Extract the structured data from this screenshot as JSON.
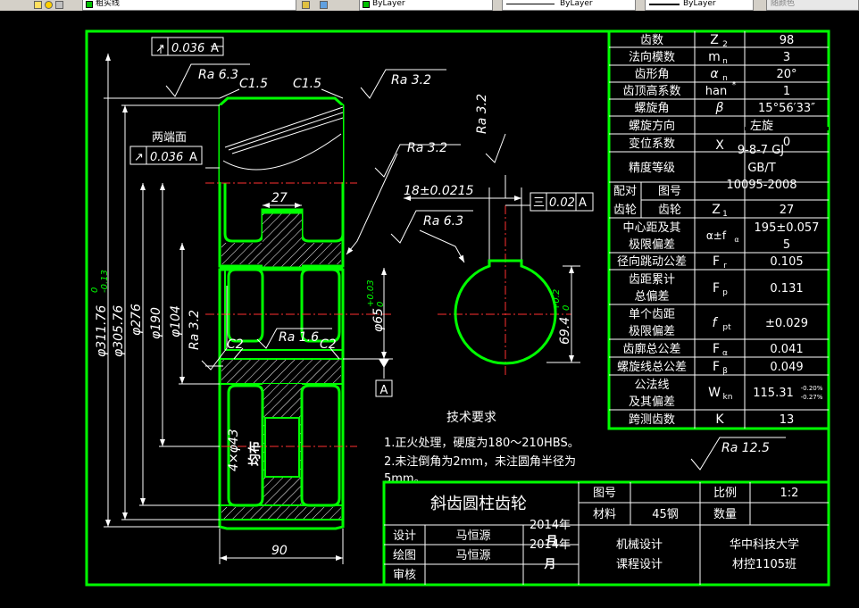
{
  "toolbar": {
    "layer_name": "粗实线",
    "color_value": "ByLayer",
    "linetype_value": "ByLayer",
    "lineweight_value": "ByLayer",
    "plotstyle_value": "随颜色"
  },
  "drawing": {
    "runout_tol": "0.036",
    "runout_datum": "A",
    "endface_label": "两端面",
    "endface_tol": "0.036",
    "endface_datum": "A",
    "ra_outer_left": "Ra 6.3",
    "ra_outer_right": "Ra 3.2",
    "chamfer_top_left": "C1.5",
    "chamfer_top_right": "C1.5",
    "ra_tooth": "Ra 3.2",
    "ra_bore": "Ra 1.6",
    "ra_web": "Ra 3.2",
    "chamfer_bot_left": "C2",
    "chamfer_bot_right": "C2",
    "dim_hub_width": "27",
    "dim_width": "90",
    "dia_tip": "φ311.76",
    "dia_tip_tol_upper": "0",
    "dia_tip_tol_lower": "-0.13",
    "dia_305": "φ305.76",
    "dia_276": "φ276",
    "dia_190": "φ190",
    "dia_104": "φ104",
    "dia_bore": "φ65",
    "dia_bore_tol_upper": "+0.03",
    "dia_bore_tol_lower": "0",
    "holes_label": "4×φ43",
    "holes_note": "均布",
    "datum_label": "A",
    "key_ra_top": "Ra 3.2",
    "key_width": "18±0.0215",
    "key_sym_tol": "0.02",
    "key_sym_datum": "A",
    "key_ra_side": "Ra 6.3",
    "key_depth": "69.4",
    "key_depth_tol_upper": "+0.2",
    "key_depth_tol_lower": "0",
    "ra_general": "Ra 12.5"
  },
  "tech_requirements": {
    "title": "技术要求",
    "line1": "1.正火处理，硬度为180～210HBS。",
    "line2": "2.未注倒角为2mm，未注圆角半径为",
    "line3": "5mm。"
  },
  "param_table": {
    "rows": [
      {
        "label": "齿数",
        "symbol": "Z₂",
        "value": "98"
      },
      {
        "label": "法向模数",
        "symbol": "mₙ",
        "value": "3"
      },
      {
        "label": "齿形角",
        "symbol": "αₙ",
        "value": "20°"
      },
      {
        "label": "齿顶高系数",
        "symbol": "haₙ*",
        "value": "1"
      },
      {
        "label": "螺旋角",
        "symbol": "β",
        "value": "15°56′33″"
      },
      {
        "label": "螺旋方向",
        "symbol": "",
        "value": "左旋"
      },
      {
        "label": "变位系数",
        "symbol": "X",
        "value": "0"
      },
      {
        "label": "精度等级",
        "symbol": "",
        "value": "9-8-7 GJ  GB/T 10095-2008"
      },
      {
        "label": "配对齿轮",
        "symbol": "图号",
        "value": ""
      },
      {
        "label": "",
        "symbol": "齿轮",
        "value": "Z₁ 27"
      },
      {
        "label": "中心距及其极限偏差",
        "symbol": "α±fₐ",
        "value": "195±0.0575"
      },
      {
        "label": "径向跳动公差",
        "symbol": "Fᵣ",
        "value": "0.105"
      },
      {
        "label": "齿距累计总偏差",
        "symbol": "Fₚ",
        "value": "0.131"
      },
      {
        "label": "单个齿距极限偏差",
        "symbol": "fₚₜ",
        "value": "±0.029"
      },
      {
        "label": "齿廓总公差",
        "symbol": "Fₐ",
        "value": "0.041"
      },
      {
        "label": "螺旋线总公差",
        "symbol": "Fᵦ",
        "value": "0.049"
      },
      {
        "label": "公法线及其偏差",
        "symbol": "Wₖₙ",
        "value": "115.31"
      },
      {
        "label": "跨测齿数",
        "symbol": "K",
        "value": "13"
      }
    ],
    "lab_teeth": "齿数",
    "sym_teeth": "Z",
    "sub_teeth": "2",
    "val_teeth": "98",
    "lab_module": "法向模数",
    "sym_module": "m",
    "sub_module": "n",
    "val_module": "3",
    "lab_angle": "齿形角",
    "sym_angle": "α",
    "sub_angle": "n",
    "val_angle": "20°",
    "lab_addendum": "齿顶高系数",
    "sym_addendum": "han",
    "sup_addendum": "*",
    "val_addendum": "1",
    "lab_helix": "螺旋角",
    "sym_helix": "β",
    "val_helix": "15°56′33″",
    "lab_hand": "螺旋方向",
    "val_hand": "左旋",
    "lab_shift": "变位系数",
    "sym_shift": "X",
    "val_shift": "0",
    "lab_grade": "精度等级",
    "val_grade1": "9-8-7 GJ",
    "val_grade2": "GB/T",
    "val_grade3": "10095-2008",
    "lab_mate1": "配对",
    "lab_mate2": "齿轮",
    "lab_drawno": "图号",
    "lab_gear": "齿轮",
    "sym_z1": "Z",
    "sub_z1": "1",
    "val_z1": "27",
    "lab_center1": "中心距及其",
    "lab_center2": "极限偏差",
    "sym_center": "α±f",
    "sub_center": "α",
    "val_center1": "195±0.057",
    "val_center2": "5",
    "lab_runout": "径向跳动公差",
    "sym_runout": "F",
    "sub_runout": "r",
    "val_runout": "0.105",
    "lab_cum1": "齿距累计",
    "lab_cum2": "总偏差",
    "sym_cum": "F",
    "sub_cum": "p",
    "val_cum": "0.131",
    "lab_single1": "单个齿距",
    "lab_single2": "极限偏差",
    "sym_single": "f",
    "sub_single": "pt",
    "val_single": "±0.029",
    "lab_profile": "齿廓总公差",
    "sym_profile": "F",
    "sub_profile": "α",
    "val_profile": "0.041",
    "lab_helixtol": "螺旋线总公差",
    "sym_helixtol": "F",
    "sub_helixtol": "β",
    "val_helixtol": "0.049",
    "lab_wkn1": "公法线",
    "lab_wkn2": "及其偏差",
    "sym_wkn": "W",
    "sub_wkn": "kn",
    "val_wkn": "115.31",
    "val_wkn_up": "-0.20%",
    "val_wkn_lo": "-0.27%",
    "lab_span": "跨测齿数",
    "sym_span": "K",
    "val_span": "13"
  },
  "title_block": {
    "part_name": "斜齿圆柱齿轮",
    "lab_drawing_no": "图号",
    "lab_scale": "比例",
    "val_scale": "1:2",
    "lab_material": "材料",
    "val_material": "45钢",
    "lab_quantity": "数量",
    "lab_design": "设计",
    "designer": "马恒源",
    "lab_draw": "绘图",
    "drafter": "马恒源",
    "lab_review": "审核",
    "date1": "2014年",
    "date2": "2014年",
    "date_month1": "月",
    "date_month2": "月",
    "course1": "机械设计",
    "course2": "课程设计",
    "school": "华中科技大学",
    "class": "材控1105班"
  }
}
